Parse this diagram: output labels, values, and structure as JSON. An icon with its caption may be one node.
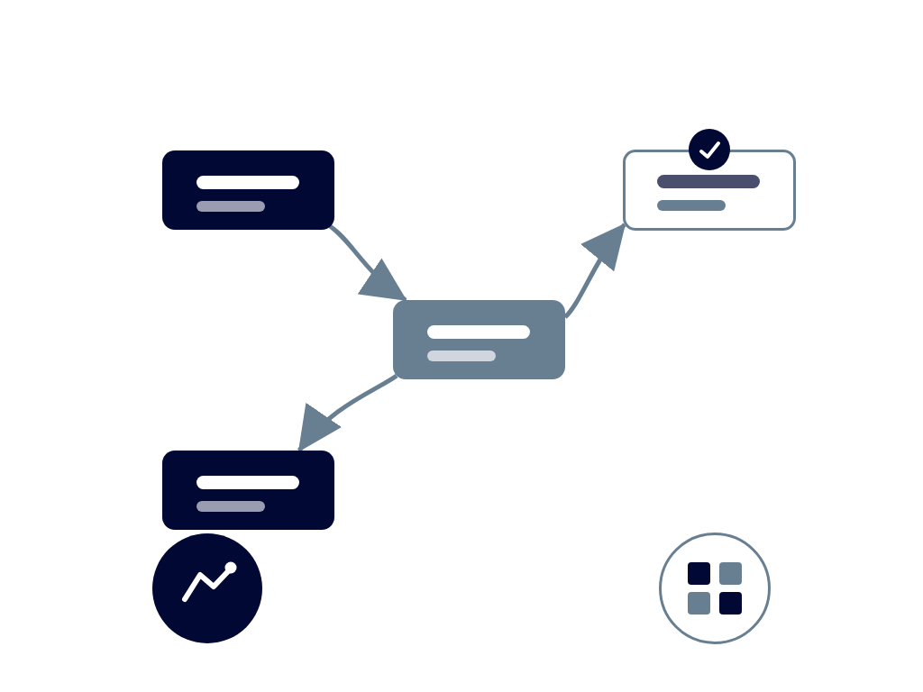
{
  "diagram": {
    "nodes": [
      {
        "text": [],
        "shape": "box"
      },
      {
        "text": [],
        "shape": "box"
      },
      {
        "text": [],
        "shape": "box"
      },
      {
        "text": [],
        "shape": "box"
      }
    ],
    "edges": [
      {
        "from": 0,
        "to": 2,
        "arrow": "to"
      },
      {
        "from": 2,
        "to": 1,
        "arrow": "to"
      },
      {
        "from": 2,
        "to": 3,
        "arrow": "to"
      }
    ]
  }
}
